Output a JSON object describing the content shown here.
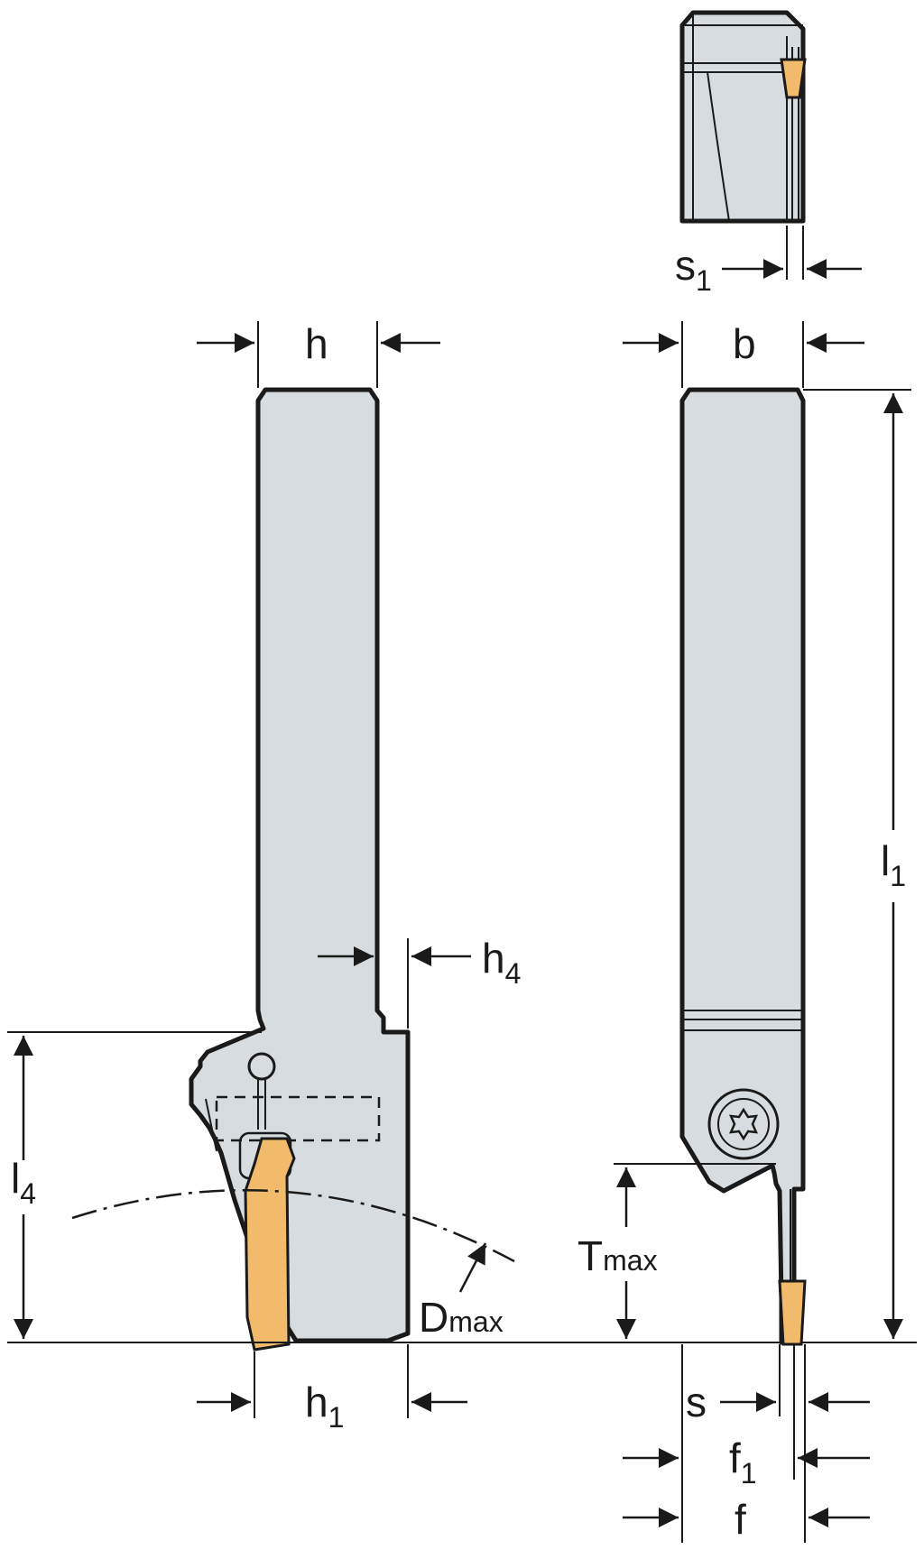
{
  "colors": {
    "body": "#d6dcdf",
    "insert": "#f2bb6b",
    "outline": "#1a1a1a"
  },
  "labels": {
    "s1": {
      "main": "s",
      "sub": "1"
    },
    "h": "h",
    "b": "b",
    "l1": {
      "main": "l",
      "sub": "1"
    },
    "h4": {
      "main": "h",
      "sub": "4"
    },
    "l4": {
      "main": "l",
      "sub": "4"
    },
    "tmax": {
      "main": "T",
      "rest": "max"
    },
    "dmax": {
      "main": "D",
      "rest": "max"
    },
    "h1": {
      "main": "h",
      "sub": "1"
    },
    "s": "s",
    "f1": {
      "main": "f",
      "sub": "1"
    },
    "f": "f"
  },
  "icons": {
    "arrowheads": "filled-triangle",
    "screw": "torx-screw-icon"
  }
}
